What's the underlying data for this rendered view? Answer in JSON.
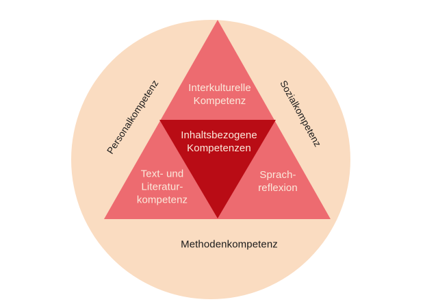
{
  "colors": {
    "page_background": "#ffffff",
    "circle_fill": "#fadcc1",
    "outer_triangle_fill": "#ed6b70",
    "inner_triangle_fill": "#b90c15",
    "dark_text": "#1a1a1a",
    "light_text": "#fbe9db"
  },
  "diagram": {
    "ring_labels": {
      "personal": "Personalkompetenz",
      "sozial": "Sozialkompetenz",
      "methoden": "Methodenkompetenz"
    },
    "triangle_labels": {
      "interkulturell": "Interkulturelle\nKompetenz",
      "inhaltsbezogen": "Inhaltsbezogene\nKompetenzen",
      "text_literatur": "Text- und\nLiteratur-\nkompetenz",
      "sprachreflexion": "Sprach-\nreflexion"
    }
  }
}
